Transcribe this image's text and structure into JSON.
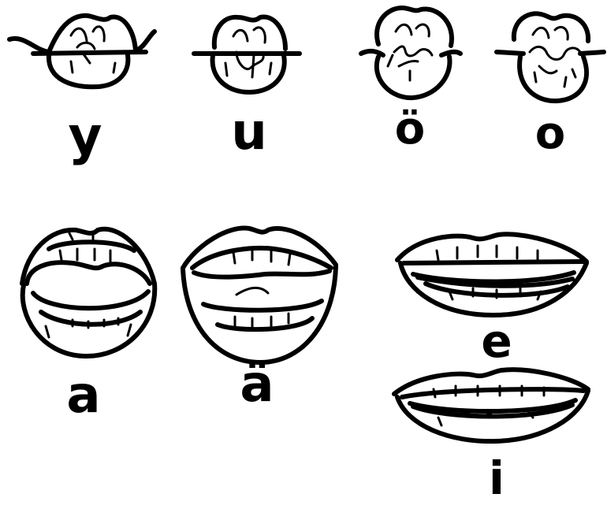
{
  "figure": {
    "background": "#ffffff",
    "ink": "#000000",
    "mouths": [
      {
        "key": "y",
        "label": "y",
        "shape": "rounded-pucker"
      },
      {
        "key": "u",
        "label": "u",
        "shape": "rounded-pucker"
      },
      {
        "key": "oe",
        "label": "ö",
        "shape": "tight-pucker"
      },
      {
        "key": "o",
        "label": "o",
        "shape": "tight-pucker"
      },
      {
        "key": "a",
        "label": "a",
        "shape": "wide-open"
      },
      {
        "key": "ae",
        "label": "ä",
        "shape": "wide-open"
      },
      {
        "key": "e",
        "label": "e",
        "shape": "spread-teeth"
      },
      {
        "key": "i",
        "label": "i",
        "shape": "spread-narrow"
      }
    ]
  }
}
